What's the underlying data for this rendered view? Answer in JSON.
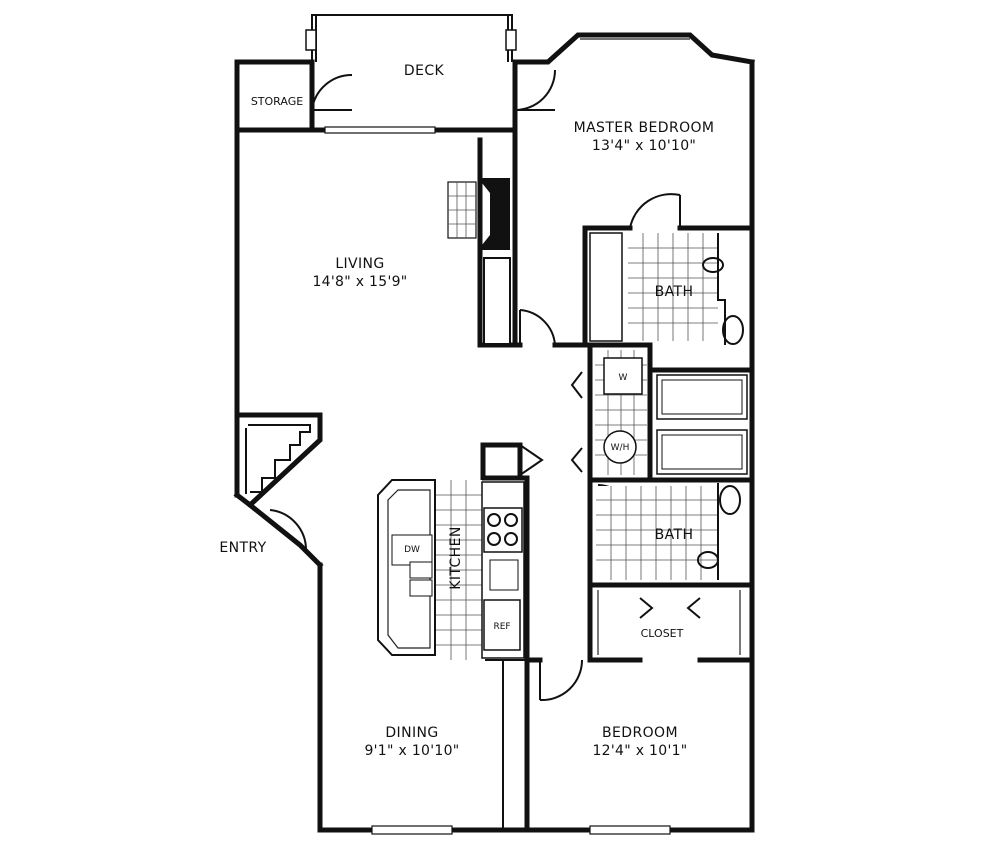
{
  "rooms": {
    "deck": {
      "label": "DECK"
    },
    "storage": {
      "label": "STORAGE"
    },
    "master_bedroom": {
      "label": "MASTER BEDROOM",
      "dimensions": "13'4\" x 10'10\""
    },
    "living": {
      "label": "LIVING",
      "dimensions": "14'8\" x 15'9\""
    },
    "bath_master": {
      "label": "BATH"
    },
    "bath_second": {
      "label": "BATH"
    },
    "entry": {
      "label": "ENTRY"
    },
    "kitchen": {
      "label": "KITCHEN"
    },
    "closet": {
      "label": "CLOSET"
    },
    "dining": {
      "label": "DINING",
      "dimensions": "9'1\" x 10'10\""
    },
    "bedroom": {
      "label": "BEDROOM",
      "dimensions": "12'4\" x 10'1\""
    }
  },
  "fixtures": {
    "dishwasher": "DW",
    "refrigerator": "REF",
    "washer": "W",
    "water_heater": "W/H"
  },
  "colors": {
    "wall": "#111111",
    "background": "#ffffff",
    "fireplace": "#111111"
  }
}
